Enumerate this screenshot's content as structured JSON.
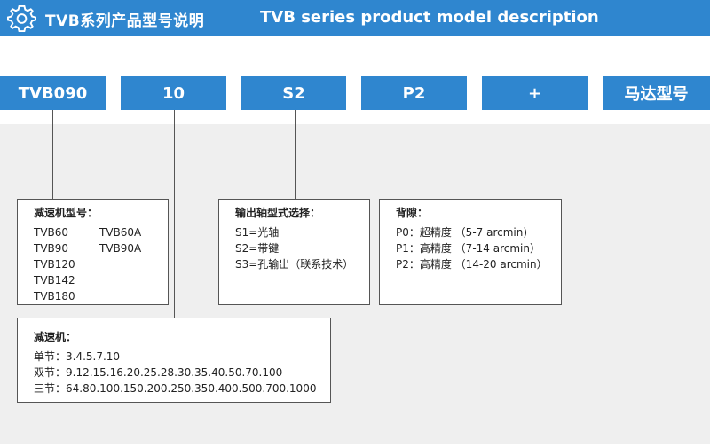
{
  "header": {
    "title_cn": "TVB系列产品型号说明",
    "title_en": "TVB series product model description",
    "icon": "gear-icon"
  },
  "model_code": {
    "segments": [
      "TVB090",
      "10",
      "S2",
      "P2",
      "+",
      "马达型号"
    ]
  },
  "reducer_model": {
    "title": "减速机型号：",
    "col1": [
      "TVB60",
      "TVB90",
      "TVB120",
      "TVB142",
      "TVB180"
    ],
    "col2": [
      "TVB60A",
      "TVB90A"
    ]
  },
  "output_shaft": {
    "title": "输出轴型式选择：",
    "items": [
      "S1=光轴",
      "S2=带键",
      "S3=孔输出（联系技术）"
    ]
  },
  "backlash": {
    "title": "背隙：",
    "items": [
      "P0：超精度 （5-7 arcmin)",
      "P1：高精度 （7-14 arcmin）",
      "P2：高精度 （14-20 arcmin）"
    ]
  },
  "ratio": {
    "title": "减速机：",
    "items": [
      "单节：3.4.5.7.10",
      "双节：9.12.15.16.20.25.28.30.35.40.50.70.100",
      "三节：64.80.100.150.200.250.350.400.500.700.1000"
    ]
  },
  "colors": {
    "accent": "#2f86cf",
    "panel": "#efefef"
  }
}
